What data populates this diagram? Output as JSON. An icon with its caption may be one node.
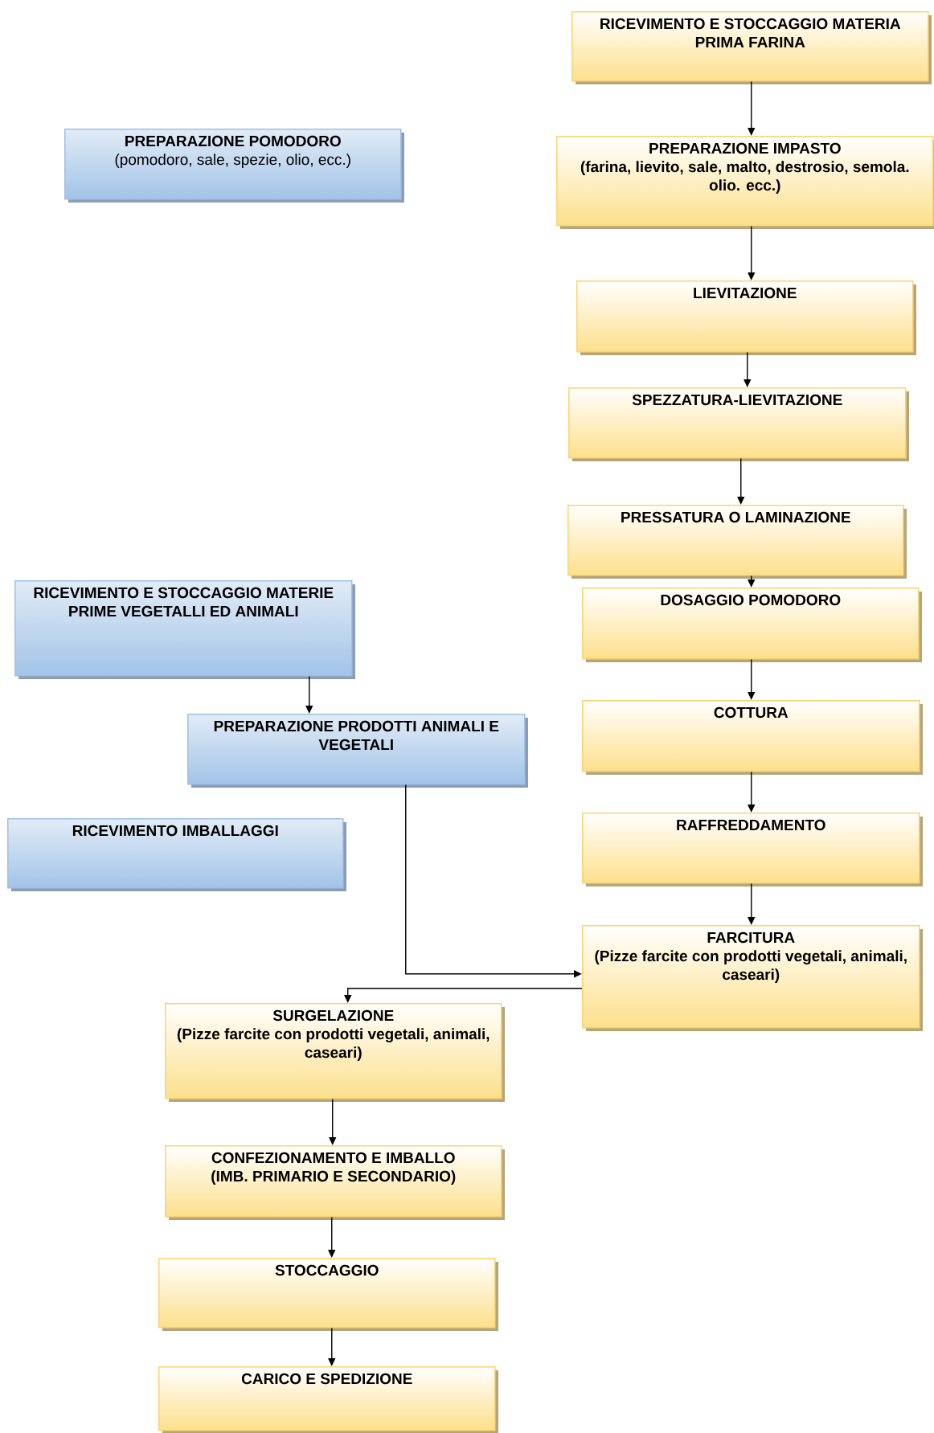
{
  "diagram": {
    "nodes": [
      {
        "text": [
          "PREPARAZIONE POMODORO",
          "(pomodoro, sale, spezie, olio, ecc.)"
        ]
      },
      {
        "text": [
          "RICEVIMENTO E STOCCAGGIO MATERIA PRIMA FARINA"
        ]
      },
      {
        "text": [
          "PREPARAZIONE IMPASTO",
          "(farina, lievito, sale, malto, destrosio, semola. olio. ecc.)"
        ]
      },
      {
        "text": [
          "LIEVITAZIONE"
        ]
      },
      {
        "text": [
          "SPEZZATURA-LIEVITAZIONE"
        ]
      },
      {
        "text": [
          "PRESSATURA O LAMINAZIONE"
        ]
      },
      {
        "text": [
          "DOSAGGIO POMODORO"
        ]
      },
      {
        "text": [
          "COTTURA"
        ]
      },
      {
        "text": [
          "RAFFREDDAMENTO"
        ]
      },
      {
        "text": [
          "FARCITURA",
          "(Pizze farcite con prodotti vegetali, animali, caseari)"
        ]
      },
      {
        "text": [
          "RICEVIMENTO E STOCCAGGIO MATERIE PRIME VEGETALLI ED ANIMALI"
        ]
      },
      {
        "text": [
          "PREPARAZIONE PRODOTTI ANIMALI E VEGETALI"
        ]
      },
      {
        "text": [
          "RICEVIMENTO IMBALLAGGI"
        ]
      },
      {
        "text": [
          "SURGELAZIONE",
          "(Pizze farcite con prodotti vegetali, animali, caseari)"
        ]
      },
      {
        "text": [
          "CONFEZIONAMENTO E IMBALLO",
          "(IMB. PRIMARIO E SECONDARIO)"
        ]
      },
      {
        "text": [
          "STOCCAGGIO"
        ]
      },
      {
        "text": [
          "CARICO E SPEDIZIONE"
        ]
      }
    ],
    "edges": [
      {
        "from": 1,
        "to": 2,
        "arrow": "to"
      },
      {
        "from": 2,
        "to": 3,
        "arrow": "to"
      },
      {
        "from": 3,
        "to": 4,
        "arrow": "to"
      },
      {
        "from": 4,
        "to": 5,
        "arrow": "to"
      },
      {
        "from": 5,
        "to": 6,
        "arrow": "to"
      },
      {
        "from": 6,
        "to": 7,
        "arrow": "to"
      },
      {
        "from": 7,
        "to": 8,
        "arrow": "to"
      },
      {
        "from": 8,
        "to": 9,
        "arrow": "to"
      },
      {
        "from": 10,
        "to": 11,
        "arrow": "to"
      },
      {
        "from": 11,
        "to": 9,
        "arrow": "to"
      },
      {
        "from": 9,
        "to": 13,
        "arrow": "to"
      },
      {
        "from": 13,
        "to": 14,
        "arrow": "to"
      },
      {
        "from": 14,
        "to": 15,
        "arrow": "to"
      },
      {
        "from": 15,
        "to": 16,
        "arrow": "to"
      }
    ]
  }
}
